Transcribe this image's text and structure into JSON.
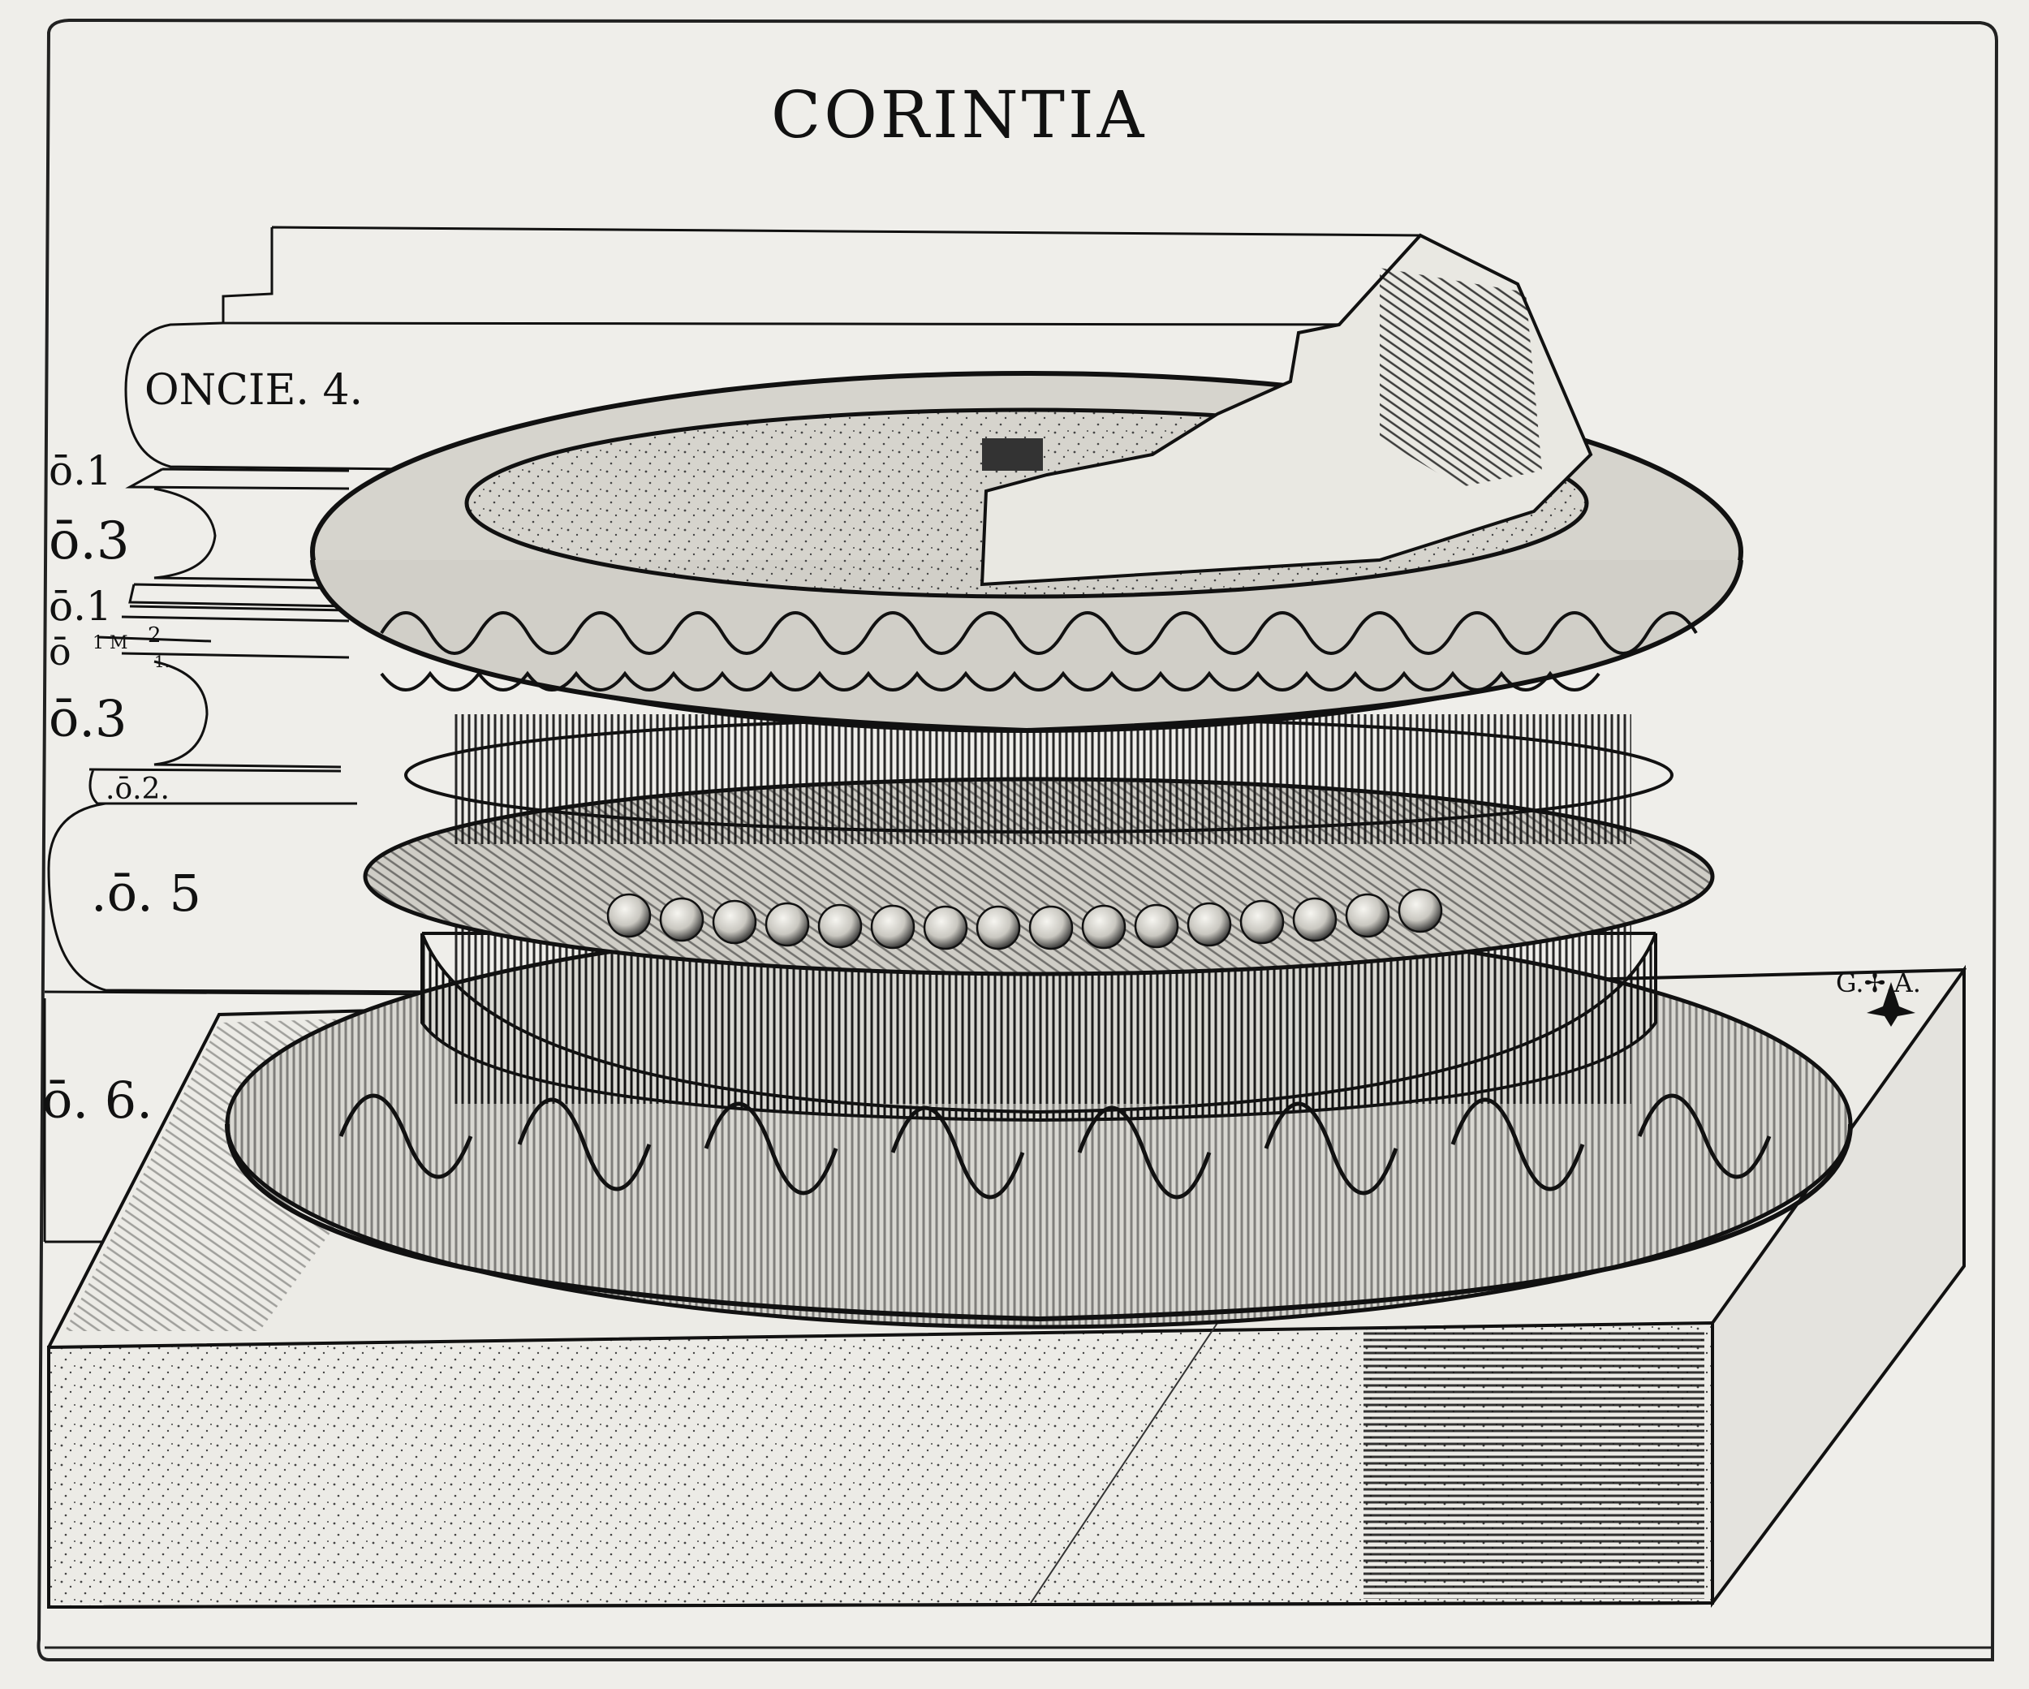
{
  "title": "CORINTIA",
  "measures": {
    "oncie": "ONCIE. 4.",
    "m1": "ō.1",
    "m2": "ō.3",
    "m3": "ō.1",
    "m4": "ō",
    "m4_sub": "1 M",
    "m4_frac_top": "2",
    "m4_frac_bottom": "1.",
    "m5": "ō.3",
    "m6": ".ō.2.",
    "m7": ".ō. 5",
    "m8": "ō. 6."
  },
  "monogram": "G.✢.A."
}
